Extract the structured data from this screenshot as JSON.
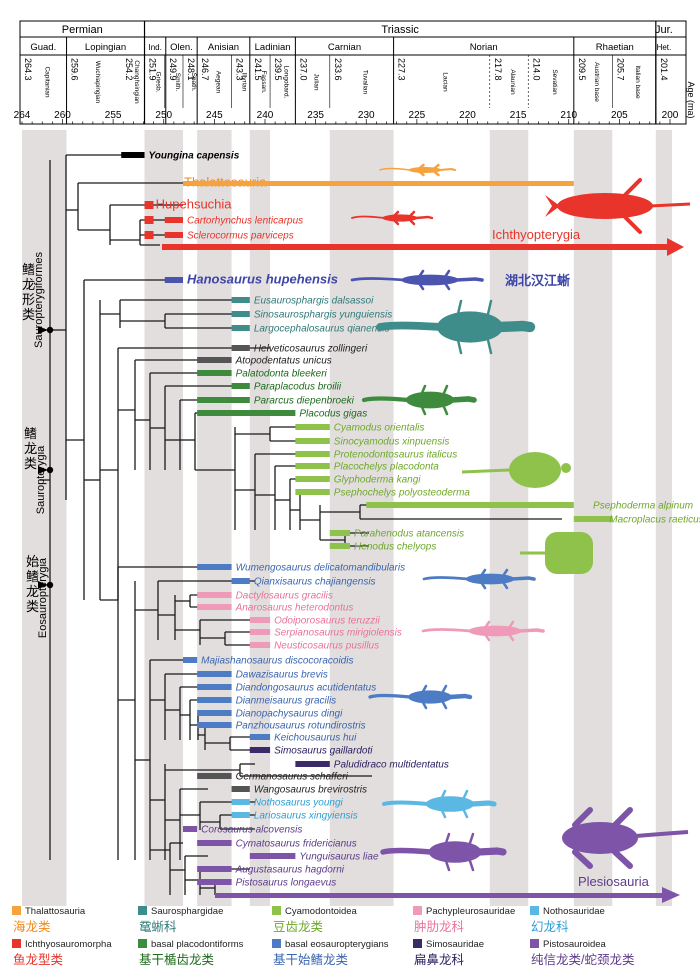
{
  "timescale": {
    "periods": [
      {
        "name": "Permian",
        "start": 264.5,
        "end": 251.9
      },
      {
        "name": "Triassic",
        "start": 251.9,
        "end": 201.4
      },
      {
        "name": "Jur.",
        "start": 201.4,
        "end": 199.8
      }
    ],
    "epochs": [
      {
        "name": "Guad.",
        "start": 264.5,
        "end": 259.6
      },
      {
        "name": "Lopingian",
        "start": 259.6,
        "end": 251.9
      },
      {
        "name": "Ind.",
        "start": 251.9,
        "end": 249.8
      },
      {
        "name": "Olen.",
        "start": 249.8,
        "end": 246.7
      },
      {
        "name": "Anisian",
        "start": 246.7,
        "end": 241.5
      },
      {
        "name": "Ladinian",
        "start": 241.5,
        "end": 237.0
      },
      {
        "name": "Carnian",
        "start": 237.0,
        "end": 227.3
      },
      {
        "name": "Norian",
        "start": 227.3,
        "end": 209.5
      },
      {
        "name": "Rhaetian",
        "start": 209.5,
        "end": 201.4
      },
      {
        "name": "Het.",
        "start": 201.4,
        "end": 199.8
      }
    ],
    "stages": [
      {
        "name": "Capitanian",
        "num": "264.3",
        "start": 264.5,
        "end": 259.6
      },
      {
        "name": "Wuchiapingian",
        "num": "259.6",
        "start": 259.6,
        "end": 254.2
      },
      {
        "name": "Changhsingian",
        "num": "254.2",
        "start": 254.2,
        "end": 251.9
      },
      {
        "name": "Griesb.",
        "num": "251.9",
        "start": 251.9,
        "end": 249.9
      },
      {
        "name": "Smith.",
        "num": "249.9",
        "start": 249.9,
        "end": 248.1
      },
      {
        "name": "Spath.",
        "num": "248.1",
        "start": 248.1,
        "end": 246.7
      },
      {
        "name": "Aegean",
        "num": "246.7",
        "start": 246.7,
        "end": 243.3
      },
      {
        "name": "Illyrian",
        "num": "243.3",
        "start": 243.3,
        "end": 241.5
      },
      {
        "name": "Fassan.",
        "num": "241.5",
        "start": 241.5,
        "end": 239.5
      },
      {
        "name": "Longobard.",
        "num": "239.5",
        "start": 239.5,
        "end": 237.0
      },
      {
        "name": "Julian",
        "num": "237.0",
        "start": 237.0,
        "end": 233.6
      },
      {
        "name": "Tuvalian",
        "num": "233.6",
        "start": 233.6,
        "end": 227.3
      },
      {
        "name": "Lacian",
        "num": "227.3",
        "start": 227.3,
        "end": 217.8
      },
      {
        "name": "Alaunian",
        "num": "217.8",
        "start": 217.8,
        "end": 214.0
      },
      {
        "name": "Sevatian",
        "num": "214.0",
        "start": 214.0,
        "end": 209.5
      },
      {
        "name": "Austrian base",
        "num": "209.5",
        "start": 209.5,
        "end": 205.7
      },
      {
        "name": "Italian base",
        "num": "205.7",
        "start": 205.7,
        "end": 201.4
      },
      {
        "name": "",
        "num": "201.4",
        "start": 201.4,
        "end": 199.8
      }
    ],
    "axis_label": "Age (ma)",
    "axis_ticks": [
      "264",
      "260",
      "255",
      "250",
      "245",
      "240",
      "235",
      "230",
      "225",
      "220",
      "215",
      "210",
      "205",
      "200"
    ],
    "axis_tick_values": [
      264,
      260,
      255,
      250,
      245,
      240,
      235,
      230,
      225,
      220,
      215,
      210,
      205,
      200
    ]
  },
  "chart_data": {
    "type": "phylogeny",
    "age_axis_range": [
      264.5,
      199.8
    ],
    "taxa": [
      {
        "name": "Youngina capensis",
        "group": "outgroup",
        "range": [
          254.2,
          251.9
        ],
        "style": "italic-bold"
      },
      {
        "name": "Thalattosauria",
        "group": "thalattosauria",
        "range": [
          248.1,
          209.5
        ],
        "style": "clade-large"
      },
      {
        "name": "Hupehsuchia",
        "group": "ichthyosauromorpha",
        "range": [
          249.9,
          248.1
        ],
        "style": "clade-large"
      },
      {
        "name": "Cartorhynchus lenticarpus",
        "group": "ichthyosauromorpha",
        "range": [
          249.9,
          248.1
        ],
        "style": "italic"
      },
      {
        "name": "Sclerocormus parviceps",
        "group": "ichthyosauromorpha",
        "range": [
          249.9,
          248.1
        ],
        "style": "italic"
      },
      {
        "name": "Hanosaurus hupehensis",
        "group": "hanosaurus",
        "range": [
          249.9,
          248.1
        ],
        "style": "italic-bold-large",
        "cn": "湖北汉江蜥"
      },
      {
        "name": "Eusaurosphargis dalsassoi",
        "group": "saurosphargidae",
        "range": [
          243.3,
          241.5
        ],
        "style": "italic"
      },
      {
        "name": "Sinosaurosphargis yunguiensis",
        "group": "saurosphargidae",
        "range": [
          243.3,
          241.5
        ],
        "style": "italic"
      },
      {
        "name": "Largocephalosaurus qianensis",
        "group": "saurosphargidae",
        "range": [
          243.3,
          241.5
        ],
        "style": "italic"
      },
      {
        "name": "Helveticosaurus zollingeri",
        "group": "sauropterygia",
        "range": [
          243.3,
          241.5
        ],
        "style": "italic"
      },
      {
        "name": "Atopodentatus unicus",
        "group": "sauropterygia",
        "range": [
          246.7,
          243.3
        ],
        "style": "italic"
      },
      {
        "name": "Palatodonta bleekeri",
        "group": "basal-placodontiform",
        "range": [
          246.7,
          243.3
        ],
        "style": "italic"
      },
      {
        "name": "Paraplacodus broilii",
        "group": "basal-placodontiform",
        "range": [
          243.3,
          241.5
        ],
        "style": "italic"
      },
      {
        "name": "Pararcus diepenbroeki",
        "group": "basal-placodontiform",
        "range": [
          246.7,
          241.5
        ],
        "style": "italic"
      },
      {
        "name": "Placodus gigas",
        "group": "basal-placodontiform",
        "range": [
          246.7,
          237.0
        ],
        "style": "italic"
      },
      {
        "name": "Cyamodus orientalis",
        "group": "cyamodontoidea",
        "range": [
          237.0,
          233.6
        ],
        "style": "italic"
      },
      {
        "name": "Sinocyamodus xinpuensis",
        "group": "cyamodontoidea",
        "range": [
          237.0,
          233.6
        ],
        "style": "italic"
      },
      {
        "name": "Protenodontosaurus italicus",
        "group": "cyamodontoidea",
        "range": [
          237.0,
          233.6
        ],
        "style": "italic"
      },
      {
        "name": "Placochelys placodonta",
        "group": "cyamodontoidea",
        "range": [
          237.0,
          233.6
        ],
        "style": "italic"
      },
      {
        "name": "Glyphoderma kangi",
        "group": "cyamodontoidea",
        "range": [
          237.0,
          233.6
        ],
        "style": "italic"
      },
      {
        "name": "Psephochelys polyosteoderma",
        "group": "cyamodontoidea",
        "range": [
          237.0,
          233.6
        ],
        "style": "italic"
      },
      {
        "name": "Psephoderma alpinum",
        "group": "cyamodontoidea",
        "range": [
          230.0,
          209.5
        ],
        "style": "italic"
      },
      {
        "name": "Macroplacus raeticus",
        "group": "cyamodontoidea",
        "range": [
          209.5,
          205.7
        ],
        "style": "italic"
      },
      {
        "name": "Parahenodus atancensis",
        "group": "cyamodontoidea",
        "range": [
          233.6,
          231.6
        ],
        "style": "italic"
      },
      {
        "name": "Henodus chelyops",
        "group": "cyamodontoidea",
        "range": [
          233.6,
          231.6
        ],
        "style": "italic"
      },
      {
        "name": "Wumengosaurus delicatomandibularis",
        "group": "basal-eosauropterygian",
        "range": [
          246.7,
          243.3
        ],
        "style": "italic"
      },
      {
        "name": "Qianxisaurus chajiangensis",
        "group": "basal-eosauropterygian",
        "range": [
          243.3,
          241.5
        ],
        "style": "italic"
      },
      {
        "name": "Dactylosaurus gracilis",
        "group": "pachypleurosauridae",
        "range": [
          246.7,
          243.3
        ],
        "style": "italic"
      },
      {
        "name": "Anarosaurus heterodontus",
        "group": "pachypleurosauridae",
        "range": [
          246.7,
          243.3
        ],
        "style": "italic"
      },
      {
        "name": "Odoiporosaurus teruzzii",
        "group": "pachypleurosauridae",
        "range": [
          241.5,
          239.5
        ],
        "style": "italic"
      },
      {
        "name": "Serpianosaurus mirigiolensis",
        "group": "pachypleurosauridae",
        "range": [
          241.5,
          239.5
        ],
        "style": "italic"
      },
      {
        "name": "Neusticosaurus pusillus",
        "group": "pachypleurosauridae",
        "range": [
          241.5,
          239.5
        ],
        "style": "italic"
      },
      {
        "name": "Majiashanosaurus discocoracoidis",
        "group": "basal-eosauropterygian",
        "range": [
          248.1,
          246.7
        ],
        "style": "italic"
      },
      {
        "name": "Dawazisaurus brevis",
        "group": "basal-eosauropterygian",
        "range": [
          246.7,
          243.3
        ],
        "style": "italic"
      },
      {
        "name": "Diandongosaurus acutidentatus",
        "group": "basal-eosauropterygian",
        "range": [
          246.7,
          243.3
        ],
        "style": "italic"
      },
      {
        "name": "Dianmeisaurus gracilis",
        "group": "basal-eosauropterygian",
        "range": [
          246.7,
          243.3
        ],
        "style": "italic"
      },
      {
        "name": "Dianopachysaurus dingi",
        "group": "basal-eosauropterygian",
        "range": [
          246.7,
          243.3
        ],
        "style": "italic"
      },
      {
        "name": "Panzhousaurus rotundirostris",
        "group": "basal-eosauropterygian",
        "range": [
          246.7,
          243.3
        ],
        "style": "italic"
      },
      {
        "name": "Keichousaurus hui",
        "group": "basal-eosauropterygian",
        "range": [
          241.5,
          239.5
        ],
        "style": "italic"
      },
      {
        "name": "Simosaurus gaillardoti",
        "group": "simosauridae",
        "range": [
          241.5,
          239.5
        ],
        "style": "italic"
      },
      {
        "name": "Paludidraco multidentatus",
        "group": "simosauridae",
        "range": [
          237.0,
          233.6
        ],
        "style": "italic"
      },
      {
        "name": "Germanosaurus schafferi",
        "group": "sauropterygia",
        "range": [
          246.7,
          243.3
        ],
        "style": "italic"
      },
      {
        "name": "Wangosaurus brevirostris",
        "group": "sauropterygia",
        "range": [
          243.3,
          241.5
        ],
        "style": "italic"
      },
      {
        "name": "Nothosaurus youngi",
        "group": "nothosauridae",
        "range": [
          243.3,
          241.5
        ],
        "style": "italic"
      },
      {
        "name": "Lariosaurus xingyiensis",
        "group": "nothosauridae",
        "range": [
          243.3,
          241.5
        ],
        "style": "italic"
      },
      {
        "name": "Corosaurus alcovensis",
        "group": "pistosauroidea",
        "range": [
          248.1,
          246.7
        ],
        "style": "italic"
      },
      {
        "name": "Cymatosaurus fridericianus",
        "group": "pistosauroidea",
        "range": [
          246.7,
          243.3
        ],
        "style": "italic"
      },
      {
        "name": "Yunguisaurus liae",
        "group": "pistosauroidea",
        "range": [
          241.5,
          237.0
        ],
        "style": "italic"
      },
      {
        "name": "Augustasaurus hagdorni",
        "group": "pistosauroidea",
        "range": [
          246.7,
          243.3
        ],
        "style": "italic"
      },
      {
        "name": "Pistosaurus longaevus",
        "group": "pistosauroidea",
        "range": [
          246.7,
          243.3
        ],
        "style": "italic"
      }
    ],
    "arrows": [
      {
        "name": "Ichthyopterygia",
        "group": "ichthyosauromorpha",
        "from": 249.9
      },
      {
        "name": "Plesiosauria",
        "group": "pistosauroidea",
        "from": 241.5
      }
    ],
    "clade_labels": [
      {
        "cn": "鳍龙形类",
        "en": "Sauropterygiformes"
      },
      {
        "cn": "鳍龙类",
        "en": "Sauropterygia"
      },
      {
        "cn": "始鳍龙类",
        "en": "Eosauropterygia"
      }
    ]
  },
  "groups": {
    "outgroup": {
      "color": "#000000",
      "text": "#000000"
    },
    "thalattosauria": {
      "color": "#f6a23e",
      "text": "#f08a1c"
    },
    "ichthyosauromorpha": {
      "color": "#e8342b",
      "text": "#e8342b"
    },
    "hanosaurus": {
      "color": "#4b55b0",
      "text": "#3d45a8"
    },
    "saurosphargidae": {
      "color": "#3f8d8a",
      "text": "#2f7a78"
    },
    "sauropterygia": {
      "color": "#555555",
      "text": "#222222"
    },
    "basal-placodontiform": {
      "color": "#3e8b3e",
      "text": "#1e6a1e"
    },
    "cyamodontoidea": {
      "color": "#8fc24a",
      "text": "#6fa82b"
    },
    "pachypleurosauridae": {
      "color": "#ef9ab8",
      "text": "#e8729d"
    },
    "nothosauridae": {
      "color": "#5ab8e3",
      "text": "#2b9fd6"
    },
    "basal-eosauropterygian": {
      "color": "#4d7cc5",
      "text": "#3a65b0"
    },
    "simosauridae": {
      "color": "#3a2a6a",
      "text": "#2d2060"
    },
    "pistosauroidea": {
      "color": "#7d54a8",
      "text": "#5d3b8a"
    }
  },
  "legend": [
    {
      "group": "thalattosauria",
      "en": "Thalattosauria",
      "cn": "海龙类"
    },
    {
      "group": "ichthyosauromorpha",
      "en": "Ichthyosauromorpha",
      "cn": "鱼龙型类"
    },
    {
      "group": "saurosphargidae",
      "en": "Saurosphargidae",
      "cn": "鼋蜥科"
    },
    {
      "group": "basal-placodontiform",
      "en": "basal placodontiforms",
      "cn": "基干楯齿龙类"
    },
    {
      "group": "cyamodontoidea",
      "en": "Cyamodontoidea",
      "cn": "豆齿龙类"
    },
    {
      "group": "basal-eosauropterygian",
      "en": "basal eosauropterygians",
      "cn": "基干始鳍龙类"
    },
    {
      "group": "pachypleurosauridae",
      "en": "Pachypleurosauridae",
      "cn": "肿肋龙科"
    },
    {
      "group": "simosauridae",
      "en": "Simosauridae",
      "cn": "扁鼻龙科"
    },
    {
      "group": "nothosauridae",
      "en": "Nothosauridae",
      "cn": "幻龙科"
    },
    {
      "group": "pistosauroidea",
      "en": "Pistosauroidea",
      "cn": "纯信龙类/蛇颈龙类"
    }
  ],
  "silhouettes": [
    {
      "name": "thalattosaur-silhouette",
      "group": "thalattosauria"
    },
    {
      "name": "ichthyosaur-silhouette",
      "group": "ichthyosauromorpha"
    },
    {
      "name": "cartorhynchus-silhouette",
      "group": "ichthyosauromorpha"
    },
    {
      "name": "hanosaurus-silhouette",
      "group": "hanosaurus"
    },
    {
      "name": "largocephalosaurus-silhouette",
      "group": "saurosphargidae"
    },
    {
      "name": "placodus-silhouette",
      "group": "basal-placodontiform"
    },
    {
      "name": "placochelys-silhouette",
      "group": "cyamodontoidea"
    },
    {
      "name": "henodus-silhouette",
      "group": "cyamodontoidea"
    },
    {
      "name": "qianxisaurus-silhouette",
      "group": "basal-eosauropterygian"
    },
    {
      "name": "pachypleurosaur-silhouette",
      "group": "pachypleurosauridae"
    },
    {
      "name": "dianmeisaurus-silhouette",
      "group": "basal-eosauropterygian"
    },
    {
      "name": "nothosaurus-silhouette",
      "group": "nothosauridae"
    },
    {
      "name": "yunguisaurus-silhouette",
      "group": "pistosauroidea"
    },
    {
      "name": "plesiosaur-silhouette",
      "group": "pistosauroidea"
    }
  ]
}
